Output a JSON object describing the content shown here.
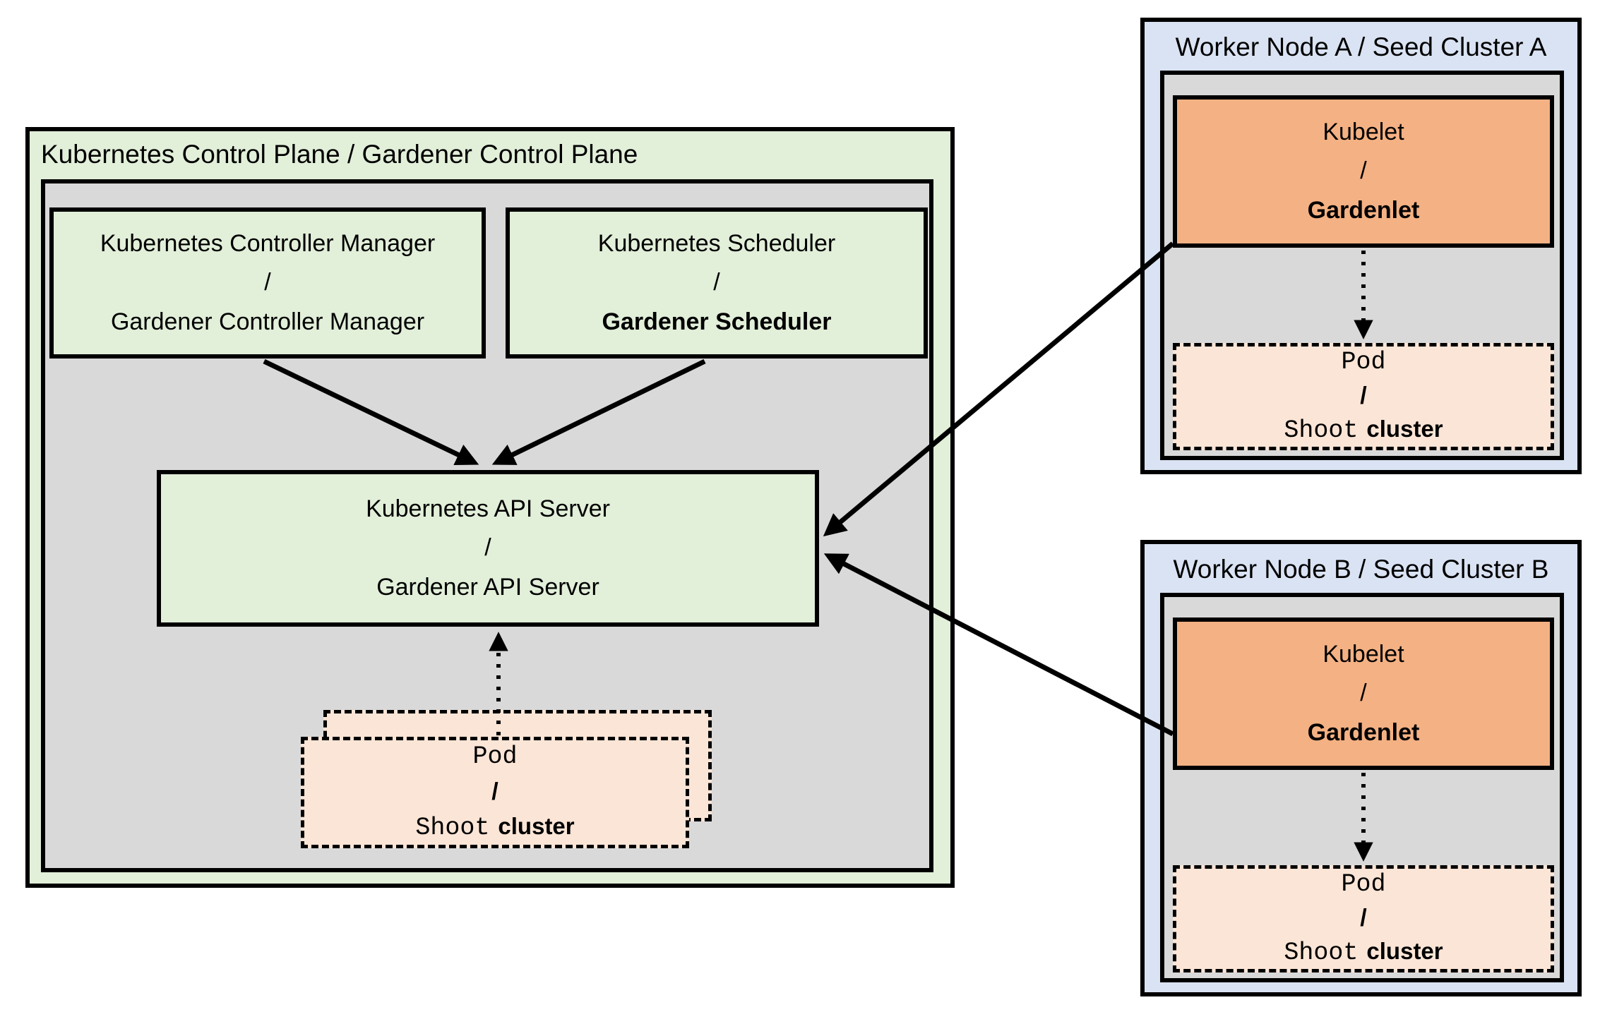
{
  "palette": {
    "background": "#ffffff",
    "black": "#000000",
    "light_green": "#e2efd9",
    "gray": "#d9d9d9",
    "light_blue": "#dae3f3",
    "orange": "#f4b183",
    "peach": "#fbe5d6"
  },
  "control_plane": {
    "title": "Kubernetes Control Plane / Gardener Control Plane",
    "controller_manager": {
      "top": "Kubernetes Controller Manager",
      "slash": "/",
      "bottom": "Gardener Controller Manager"
    },
    "scheduler": {
      "top": "Kubernetes Scheduler",
      "slash": "/",
      "bottom": "Gardener Scheduler"
    },
    "api_server": {
      "top": "Kubernetes API Server",
      "slash": "/",
      "bottom": "Gardener API Server"
    },
    "pod": {
      "top": "Pod",
      "slash": "/",
      "bottom_mono": "Shoot",
      "bottom_sans": "cluster"
    }
  },
  "workers": [
    {
      "title": "Worker Node A / Seed Cluster A",
      "kubelet": {
        "top": "Kubelet",
        "slash": "/",
        "bottom": "Gardenlet"
      },
      "pod": {
        "top": "Pod",
        "slash": "/",
        "bottom_mono": "Shoot",
        "bottom_sans": "cluster"
      }
    },
    {
      "title": "Worker Node B / Seed Cluster B",
      "kubelet": {
        "top": "Kubelet",
        "slash": "/",
        "bottom": "Gardenlet"
      },
      "pod": {
        "top": "Pod",
        "slash": "/",
        "bottom_mono": "Shoot",
        "bottom_sans": "cluster"
      }
    }
  ]
}
